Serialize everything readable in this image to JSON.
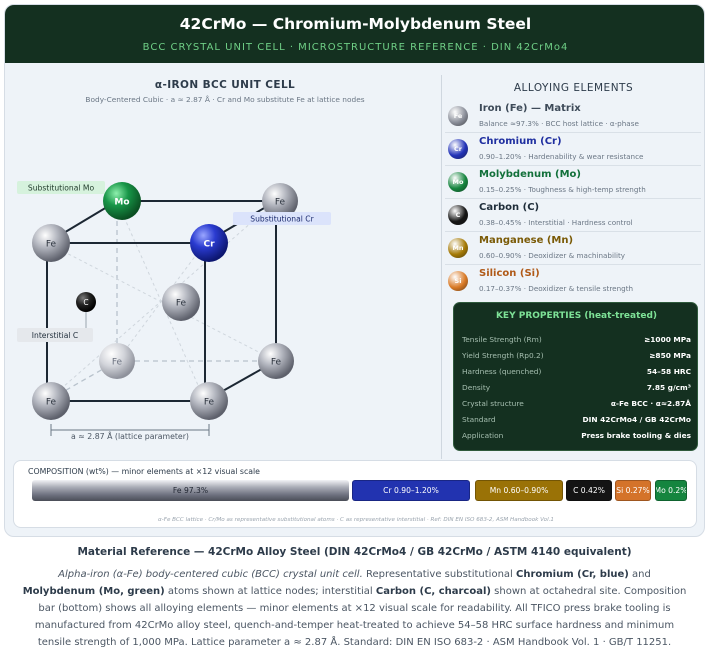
{
  "header": {
    "title": "42CrMo — Chromium-Molybdenum Steel",
    "subtitle": "BCC CRYSTAL UNIT CELL · MICROSTRUCTURE REFERENCE · DIN 42CrMo4"
  },
  "unit_cell": {
    "title": "α-IRON BCC UNIT CELL",
    "subtitle": "Body-Centered Cubic · a ≈ 2.87 Å · Cr and Mo substitute Fe at lattice nodes",
    "atom_labels": {
      "fe": "Fe",
      "cr": "Cr",
      "mo": "Mo",
      "c": "C"
    },
    "callouts": {
      "mo": "Substitutional Mo",
      "cr": "Substitutional Cr",
      "c": "Interstitial C"
    },
    "dimension_label": "a ≈ 2.87 Å (lattice parameter)"
  },
  "alloying": {
    "title": "ALLOYING ELEMENTS",
    "items": [
      {
        "symbol": "Fe",
        "name": "Iron (Fe) — Matrix",
        "desc": "Balance ≈97.3% · BCC host lattice · α-phase",
        "color": "#3d4a58",
        "ball": "#8a8e99"
      },
      {
        "symbol": "Cr",
        "name": "Chromium (Cr)",
        "desc": "0.90–1.20% · Hardenability & wear resistance",
        "color": "#1f2fa0",
        "ball": "#2233b8"
      },
      {
        "symbol": "Mo",
        "name": "Molybdenum (Mo)",
        "desc": "0.15–0.25% · Toughness & high-temp strength",
        "color": "#12703a",
        "ball": "#16853f"
      },
      {
        "symbol": "C",
        "name": "Carbon (C)",
        "desc": "0.38–0.45% · Interstitial · Hardness control",
        "color": "#1f2d3a",
        "ball": "#151515"
      },
      {
        "symbol": "Mn",
        "name": "Manganese (Mn)",
        "desc": "0.60–0.90% · Deoxidizer & machinability",
        "color": "#7a5a06",
        "ball": "#a57a06"
      },
      {
        "symbol": "Si",
        "name": "Silicon (Si)",
        "desc": "0.17–0.37% · Deoxidizer & tensile strength",
        "color": "#b05a18",
        "ball": "#d97a26"
      }
    ]
  },
  "properties": {
    "title": "KEY PROPERTIES (heat-treated)",
    "rows": [
      {
        "label": "Tensile Strength (Rm)",
        "value": "≥1000 MPa"
      },
      {
        "label": "Yield Strength (Rp0.2)",
        "value": "≥850 MPa"
      },
      {
        "label": "Hardness (quenched)",
        "value": "54–58 HRC"
      },
      {
        "label": "Density",
        "value": "7.85 g/cm³"
      },
      {
        "label": "Crystal structure",
        "value": "α-Fe BCC · α≈2.87Å"
      },
      {
        "label": "Standard",
        "value": "DIN 42CrMo4 / GB 42CrMo"
      },
      {
        "label": "Application",
        "value": "Press brake tooling & dies"
      }
    ]
  },
  "composition": {
    "title": "COMPOSITION (wt%) — minor elements at ×12 visual scale",
    "bars": [
      {
        "label": "Fe 97.3%",
        "color": "#8e909c"
      },
      {
        "label": "Cr 0.90–1.20%",
        "color": "#2233b0"
      },
      {
        "label": "Mn 0.60–0.90%",
        "color": "#9a7206"
      },
      {
        "label": "C 0.42%",
        "color": "#141414"
      },
      {
        "label": "Si 0.27%",
        "color": "#d4732a"
      },
      {
        "label": "Mo 0.2%",
        "color": "#15853f"
      }
    ],
    "note": "α-Fe BCC lattice · Cr/Mo as representative substitutional atoms · C as representative interstitial · Ref: DIN EN ISO 683-2, ASM Handbook Vol.1"
  },
  "reference": {
    "title": "Material Reference — 42CrMo Alloy Steel (DIN 42CrMo4 / GB 42CrMo / ASTM 4140 equivalent)",
    "intro": "Alpha-iron (α-Fe) body-centered cubic (BCC) crystal unit cell.",
    "text1": " Representative substitutional ",
    "cr": "Chromium (Cr, blue)",
    "text2": " and ",
    "mo": "Molybdenum (Mo, green)",
    "text3": " atoms shown at lattice nodes; interstitial ",
    "c": "Carbon (C, charcoal)",
    "text4": " shown at octahedral site. Composition bar (bottom) shows all alloying elements — minor elements at ×12 visual scale for readability. All TFICO press brake tooling is manufactured from 42CrMo alloy steel, quench-and-temper heat-treated to achieve 54–58 HRC surface hardness and minimum tensile strength of 1,000 MPa. Lattice parameter a ≈ 2.87 Å. Standard: DIN EN ISO 683-2 · ASM Handbook Vol. 1 · GB/T 11251."
  }
}
